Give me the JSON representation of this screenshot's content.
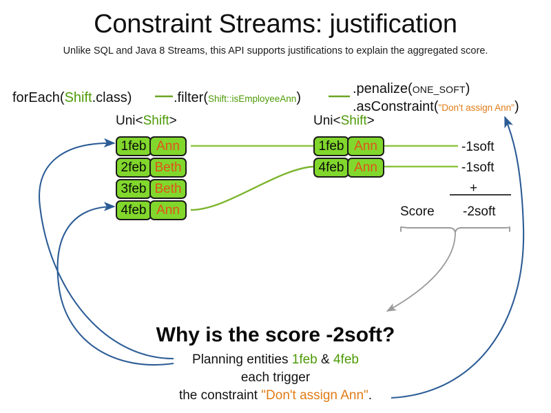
{
  "slide": {
    "title": "Constraint Streams: justification",
    "subtitle": "Unlike SQL and Java 8 Streams, this API supports justifications to explain the aggregated score."
  },
  "colors": {
    "type_green": "#4d9a06",
    "string_orange": "#e07b15",
    "fact_fill_green": "#81d72c",
    "fact_border": "#1a1a1a",
    "fact_name_orange": "#e0531a",
    "connector_green": "#8cc63f",
    "arrow_blue": "#2c5c96",
    "brace_gray": "#9a9a9a"
  },
  "pipeline": {
    "foreach": {
      "prefix": "forEach(",
      "type": "Shift",
      "suffix": ".class)"
    },
    "filter": {
      "prefix": ".filter(",
      "arg": "Shift::isEmployeeAnn",
      "suffix": ")"
    },
    "penalize": {
      "prefix": ".penalize(",
      "arg": "ONE_SOFT",
      "suffix": ")"
    },
    "as_constraint": {
      "prefix": ".asConstraint(",
      "arg": "\"Don't assign Ann\"",
      "suffix": ")"
    }
  },
  "streams": {
    "left": {
      "caption": {
        "prefix": "Uni<",
        "type": "Shift",
        "suffix": ">"
      },
      "rows": [
        {
          "date": "1feb",
          "employee": "Ann"
        },
        {
          "date": "2feb",
          "employee": "Beth"
        },
        {
          "date": "3feb",
          "employee": "Beth"
        },
        {
          "date": "4feb",
          "employee": "Ann"
        }
      ]
    },
    "right": {
      "caption": {
        "prefix": "Uni<",
        "type": "Shift",
        "suffix": ">"
      },
      "rows": [
        {
          "date": "1feb",
          "employee": "Ann",
          "score": "-1soft"
        },
        {
          "date": "4feb",
          "employee": "Ann",
          "score": "-1soft"
        }
      ]
    }
  },
  "score_summary": {
    "label": "Score",
    "operator": "+",
    "total": "-2soft"
  },
  "explanation": {
    "heading": "Why is the score -2soft?",
    "line1_prefix": "Planning entities ",
    "line1_entity_a": "1feb",
    "line1_amp": " & ",
    "line1_entity_b": "4feb",
    "line2": "each trigger",
    "line3_prefix": "the constraint ",
    "line3_constraint": "\"Don't assign Ann\"",
    "line3_suffix": "."
  },
  "icons": {
    "arrow_to_1feb": "curved-arrow-icon",
    "arrow_to_4feb": "curved-arrow-icon",
    "arrow_to_constraint": "curved-arrow-icon",
    "arrow_from_brace": "curved-arrow-icon",
    "score_brace": "curly-brace-icon"
  }
}
